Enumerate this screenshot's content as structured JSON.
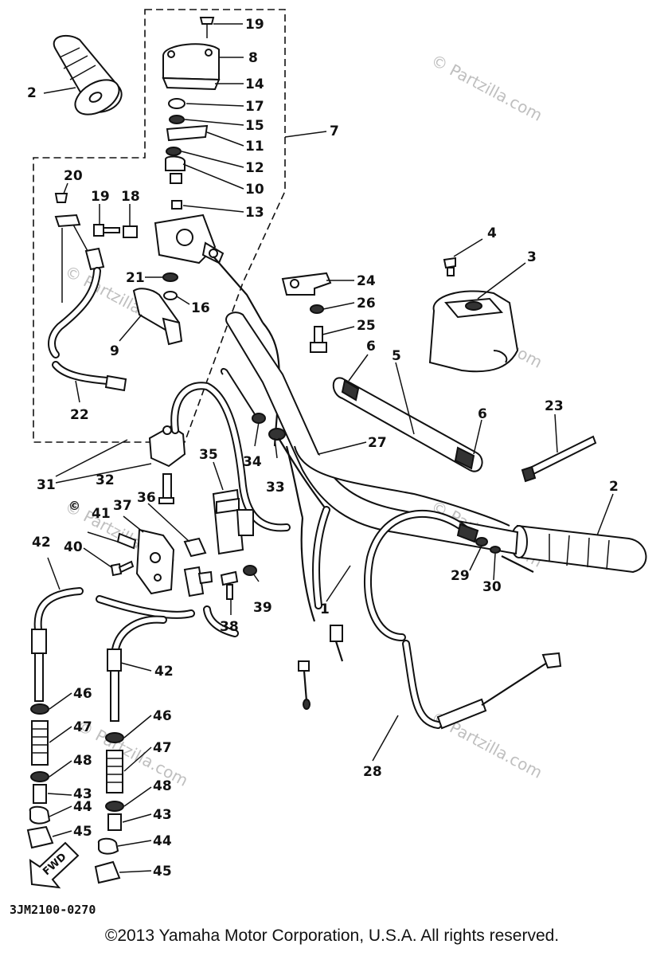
{
  "diagram": {
    "code": "3JM2100-0270",
    "copyright": "©2013  Yamaha Motor Corporation, U.S.A. All rights reserved.",
    "watermark": "© Partzilla.com",
    "fwd_label": "FWD",
    "callouts": [
      {
        "id": "c19a",
        "label": "19"
      },
      {
        "id": "c8",
        "label": "8"
      },
      {
        "id": "c14",
        "label": "14"
      },
      {
        "id": "c17",
        "label": "17"
      },
      {
        "id": "c15",
        "label": "15"
      },
      {
        "id": "c11",
        "label": "11"
      },
      {
        "id": "c12",
        "label": "12"
      },
      {
        "id": "c10",
        "label": "10"
      },
      {
        "id": "c13",
        "label": "13"
      },
      {
        "id": "c7",
        "label": "7"
      },
      {
        "id": "c2a",
        "label": "2"
      },
      {
        "id": "c20",
        "label": "20"
      },
      {
        "id": "c19b",
        "label": "19"
      },
      {
        "id": "c18",
        "label": "18"
      },
      {
        "id": "c21",
        "label": "21"
      },
      {
        "id": "c16",
        "label": "16"
      },
      {
        "id": "c9",
        "label": "9"
      },
      {
        "id": "c22",
        "label": "22"
      },
      {
        "id": "c4",
        "label": "4"
      },
      {
        "id": "c3",
        "label": "3"
      },
      {
        "id": "c24",
        "label": "24"
      },
      {
        "id": "c26",
        "label": "26"
      },
      {
        "id": "c25",
        "label": "25"
      },
      {
        "id": "c6a",
        "label": "6"
      },
      {
        "id": "c5",
        "label": "5"
      },
      {
        "id": "c6b",
        "label": "6"
      },
      {
        "id": "c23",
        "label": "23"
      },
      {
        "id": "c27",
        "label": "27"
      },
      {
        "id": "c34",
        "label": "34"
      },
      {
        "id": "c33",
        "label": "33"
      },
      {
        "id": "c35",
        "label": "35"
      },
      {
        "id": "c31",
        "label": "31"
      },
      {
        "id": "c32",
        "label": "32"
      },
      {
        "id": "c36",
        "label": "36"
      },
      {
        "id": "c37",
        "label": "37"
      },
      {
        "id": "c41",
        "label": "41"
      },
      {
        "id": "c40",
        "label": "40"
      },
      {
        "id": "c42a",
        "label": "42"
      },
      {
        "id": "c38",
        "label": "38"
      },
      {
        "id": "c39",
        "label": "39"
      },
      {
        "id": "c1",
        "label": "1"
      },
      {
        "id": "c2b",
        "label": "2"
      },
      {
        "id": "c29",
        "label": "29"
      },
      {
        "id": "c30",
        "label": "30"
      },
      {
        "id": "c42b",
        "label": "42"
      },
      {
        "id": "c46a",
        "label": "46"
      },
      {
        "id": "c47a",
        "label": "47"
      },
      {
        "id": "c48a",
        "label": "48"
      },
      {
        "id": "c43a",
        "label": "43"
      },
      {
        "id": "c44a",
        "label": "44"
      },
      {
        "id": "c45a",
        "label": "45"
      },
      {
        "id": "c46b",
        "label": "46"
      },
      {
        "id": "c47b",
        "label": "47"
      },
      {
        "id": "c48b",
        "label": "48"
      },
      {
        "id": "c43b",
        "label": "43"
      },
      {
        "id": "c44b",
        "label": "44"
      },
      {
        "id": "c45b",
        "label": "45"
      },
      {
        "id": "c28",
        "label": "28"
      }
    ]
  }
}
